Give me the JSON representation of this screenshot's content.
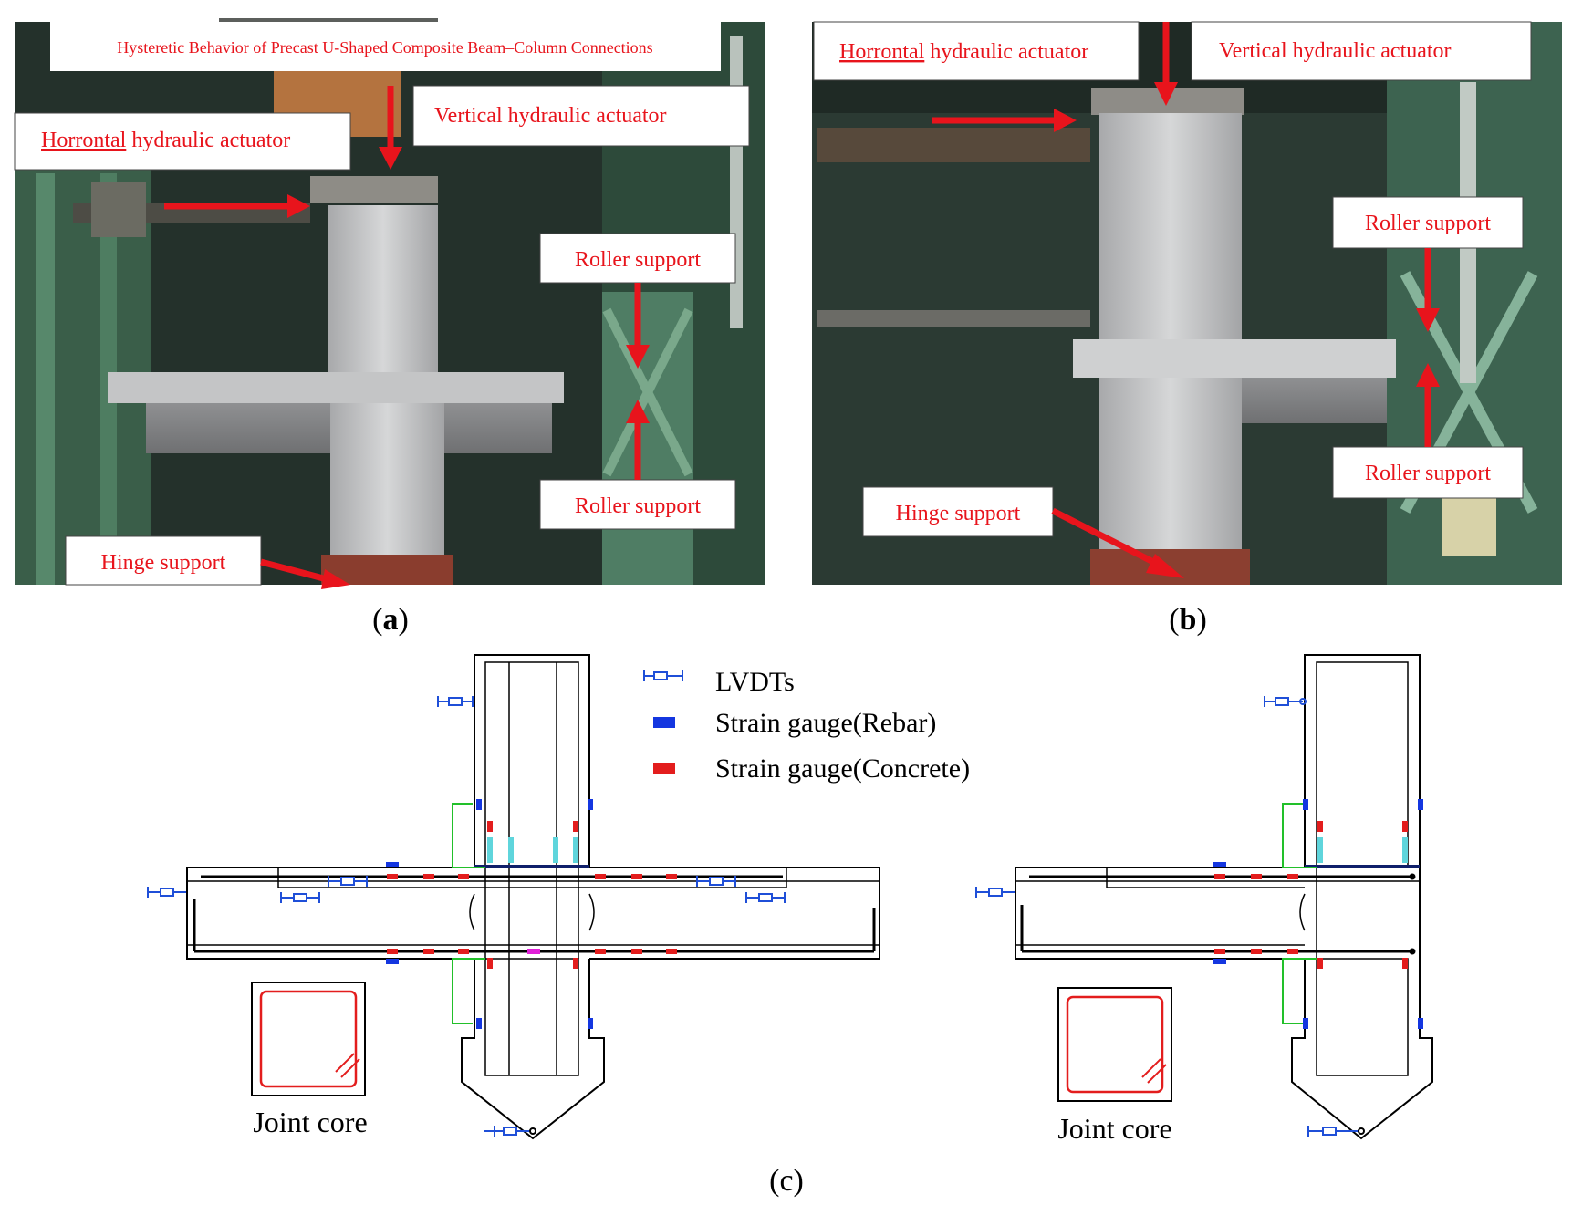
{
  "panel_a": {
    "title": "Hysteretic Behavior of  Precast U-Shaped Composite Beam–Column Connections",
    "horiz_label_under": "Horrontal",
    "horiz_label_rest": " hydraulic actuator",
    "vert_label": "Vertical hydraulic actuator",
    "roller_top": "Roller support",
    "roller_bottom": "Roller support",
    "hinge": "Hinge support",
    "caption_pre": "(",
    "caption_letter": "a",
    "caption_post": ")"
  },
  "panel_b": {
    "horiz_label_under": "Horrontal",
    "horiz_label_rest": " hydraulic actuator",
    "vert_label": "Vertical hydraulic actuator",
    "roller_top": "Roller support",
    "roller_bottom": "Roller support",
    "hinge": "Hinge support",
    "caption_pre": "(",
    "caption_letter": "b",
    "caption_post": ")"
  },
  "panel_c": {
    "legend": {
      "lvdt": "LVDTs",
      "rebar": "Strain gauge(Rebar)",
      "concrete": "Strain gauge(Concrete)"
    },
    "joint_core_left": "Joint core",
    "joint_core_right": "Joint core",
    "caption": "(c)"
  },
  "colors": {
    "annotation_red": "#e8141c",
    "lvdt_blue": "#1f4fd8",
    "rebar_gauge_blue": "#1436e0",
    "concrete_gauge_red": "#e31d1d",
    "dimension_green": "#22c02a",
    "cyan_gauge": "#5fd5dc",
    "magenta_gauge": "#e020d8",
    "test_frame_green": "#3f6a55"
  }
}
